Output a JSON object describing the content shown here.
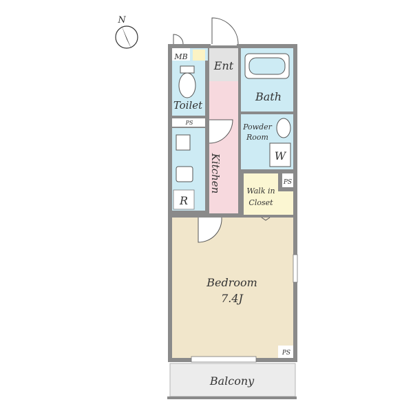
{
  "compass": {
    "label": "N"
  },
  "rooms": {
    "mb": "MB",
    "entrance": "Ent",
    "bath": "Bath",
    "toilet": "Toilet",
    "ps_top": "PS",
    "powder_line1": "Powder",
    "powder_line2": "Room",
    "washer": "W",
    "kitchen": "Kitchen",
    "refrigerator": "R",
    "ps_mid": "PS",
    "closet_line1": "Walk in",
    "closet_line2": "Closet",
    "bedroom": "Bedroom",
    "bedroom_size": "7.4J",
    "ps_bottom": "PS",
    "balcony": "Balcony"
  },
  "colors": {
    "wall": "#8a8a8a",
    "wet_area": "#cdebf4",
    "kitchen": "#f7d9de",
    "closet": "#fbf6d2",
    "bedroom": "#f1e6cb",
    "entrance": "#e3e3e3",
    "balcony": "#ececec"
  }
}
